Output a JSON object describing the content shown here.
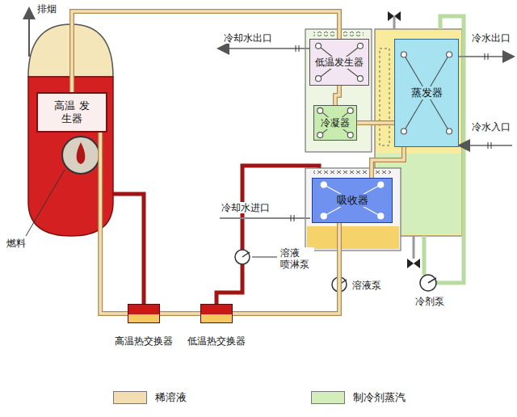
{
  "diagram": {
    "nodes": [
      {
        "text": [
          "高温 发生器"
        ]
      },
      {
        "text": [
          "低温发生器"
        ]
      },
      {
        "text": [
          "冷凝器"
        ]
      },
      {
        "text": [
          "蒸发器"
        ]
      },
      {
        "text": [
          "吸收器"
        ]
      },
      {
        "text": [
          "高温热交换器"
        ]
      },
      {
        "text": [
          "低温热交换器"
        ]
      }
    ],
    "edges": [
      {
        "from": 0,
        "to": 1,
        "arrow": "none"
      },
      {
        "from": 1,
        "to": 2,
        "arrow": "none"
      },
      {
        "from": 2,
        "to": 3,
        "arrow": "none"
      },
      {
        "from": 3,
        "to": 4,
        "arrow": "none"
      },
      {
        "from": 4,
        "to": 6,
        "arrow": "none"
      },
      {
        "from": 6,
        "to": 5,
        "arrow": "none"
      },
      {
        "from": 5,
        "to": 0,
        "arrow": "none"
      }
    ],
    "labels": [
      "排烟",
      "冷却水出口",
      "冷水出口",
      "冷水入口",
      "冷却水进口",
      "燃料",
      "溶液 喷淋泵",
      "冷剂泵",
      "溶液泵"
    ],
    "legend": [
      {
        "text": "稀溶液",
        "color": "#f3ddb3"
      },
      {
        "text": "制冷剂蒸汽",
        "color": "#d3edbb"
      }
    ]
  }
}
